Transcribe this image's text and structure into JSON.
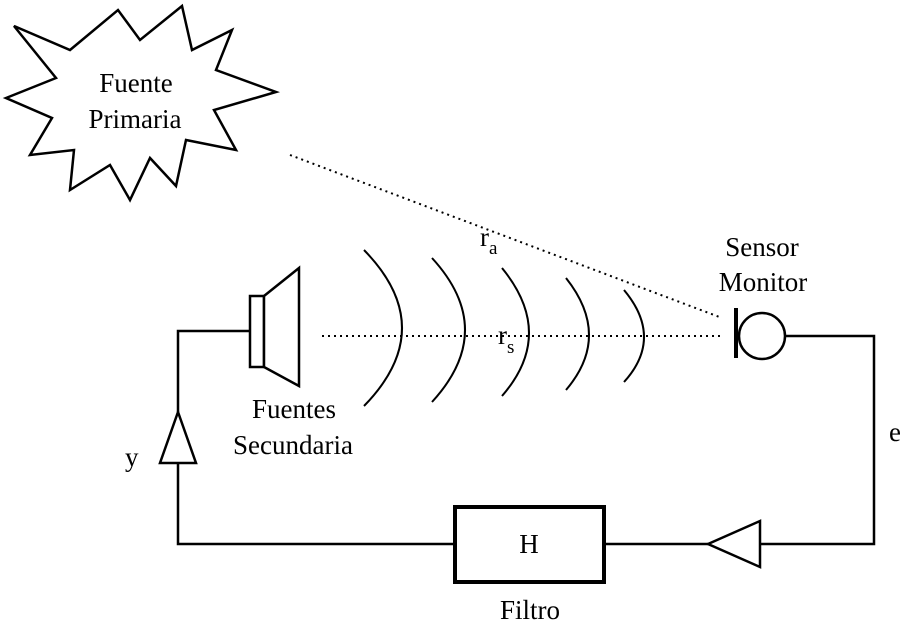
{
  "primary_source": {
    "line1": "Fuente",
    "line2": "Primaria"
  },
  "secondary_source": {
    "line1": "Fuentes",
    "line2": "Secundaria"
  },
  "sensor": {
    "line1": "Sensor",
    "line2": "Monitor"
  },
  "filter": {
    "symbol": "H",
    "label": "Filtro"
  },
  "signals": {
    "output": "y",
    "error": "e"
  },
  "distances": {
    "ra": {
      "base": "r",
      "sub": "a"
    },
    "rs": {
      "base": "r",
      "sub": "s"
    }
  },
  "colors": {
    "ink": "#000000",
    "background": "#ffffff"
  }
}
